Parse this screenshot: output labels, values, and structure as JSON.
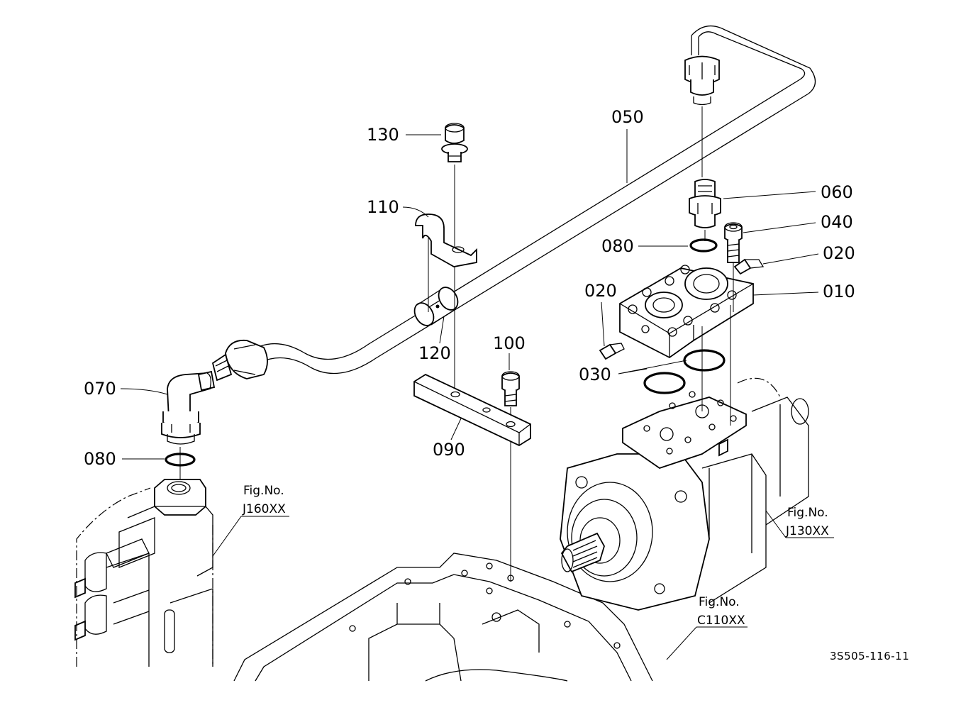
{
  "callouts": {
    "c130": "130",
    "c110": "110",
    "c050": "050",
    "c060": "060",
    "c040": "040",
    "c080_right": "080",
    "c020_right": "020",
    "c010": "010",
    "c020_left": "020",
    "c120": "120",
    "c100": "100",
    "c070": "070",
    "c030": "030",
    "c090": "090",
    "c080_left": "080"
  },
  "references": {
    "j160": {
      "label": "Fig.No.",
      "code": "J160XX"
    },
    "j130": {
      "label": "Fig.No.",
      "code": "J130XX"
    },
    "c110": {
      "label": "Fig.No.",
      "code": "C110XX"
    }
  },
  "drawing_number": "3S505-116-11"
}
